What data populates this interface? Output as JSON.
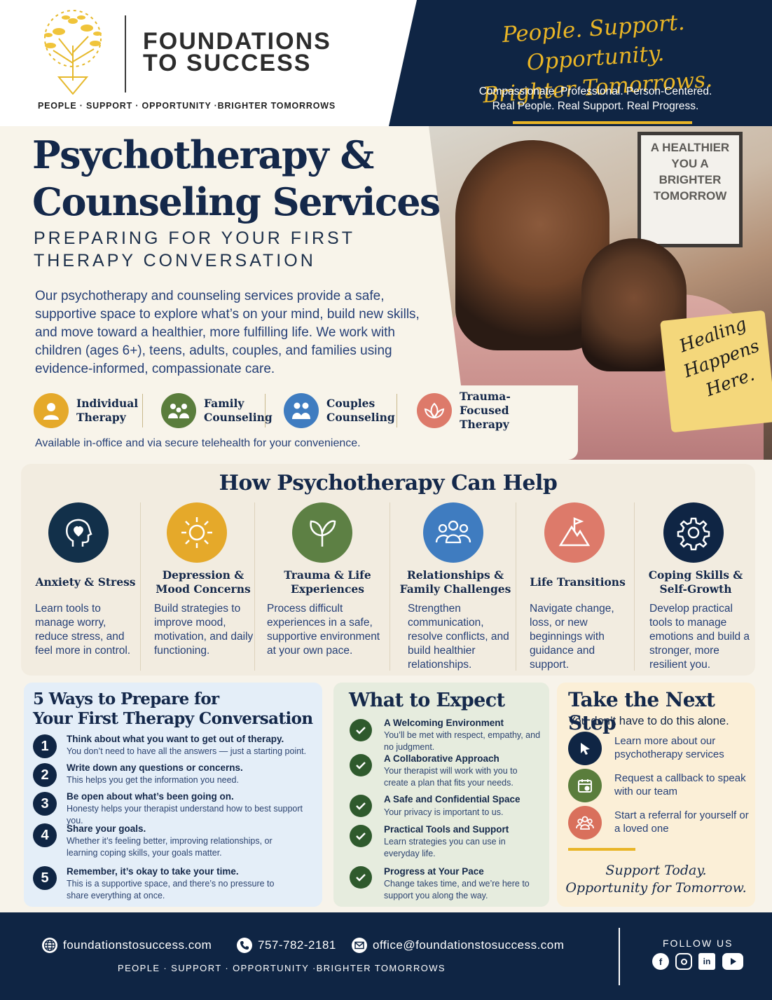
{
  "header": {
    "brand_name": "FOUNDATIONS TO SUCCESS",
    "brand_tagline": "PEOPLE · SUPPORT · OPPORTUNITY ·BRIGHTER TOMORROWS",
    "banner_script_line1": "People. Support. Opportunity.",
    "banner_script_line2": "Brighter Tomorrows.",
    "banner_sub_line1": "Compassionate. Professional. Person-Centered.",
    "banner_sub_line2": "Real People. Real Support. Real Progress."
  },
  "hero": {
    "title_line1": "Psychotherapy &",
    "title_line2": "Counseling Services",
    "subtitle_line1": "PREPARING FOR YOUR FIRST",
    "subtitle_line2": "THERAPY CONVERSATION",
    "body": "Our psychotherapy and counseling services provide a safe, supportive space to explore what’s on your mind, build new skills, and move toward a healthier, more fulfilling life. We work with children (ages 6+), teens, adults, couples, and families using evidence-informed, compassionate care.",
    "services": [
      {
        "label": "Individual Therapy",
        "icon": "person-icon",
        "color": "#e5a92a"
      },
      {
        "label": "Family Counseling",
        "icon": "family-icon",
        "color": "#5a7d3c"
      },
      {
        "label": "Couples Counseling",
        "icon": "couple-icon",
        "color": "#3f7cc0"
      },
      {
        "label": "Trauma-Focused Therapy",
        "icon": "lotus-icon",
        "color": "#dd7a6a"
      }
    ],
    "footnote": "Available in-office and via secure telehealth for your convenience.",
    "photo_sign": "A HEALTHIER YOU A BRIGHTER TOMORROW",
    "healing_tag": "Healing Happens Here."
  },
  "help": {
    "title": "How Psychotherapy Can Help",
    "items": [
      {
        "heading": "Anxiety & Stress",
        "body": "Learn tools to manage worry, reduce stress, and feel more in control.",
        "icon": "head-heart-icon",
        "color": "#12304a"
      },
      {
        "heading": "Depression & Mood Concerns",
        "body": "Build strategies to improve mood, motivation, and daily functioning.",
        "icon": "sun-icon",
        "color": "#e5a92a"
      },
      {
        "heading": "Trauma & Life Experiences",
        "body": "Process difficult experiences in a safe, supportive environment at your own pace.",
        "icon": "leaf-icon",
        "color": "#5d8044"
      },
      {
        "heading": "Relationships & Family Challenges",
        "body": "Strengthen communication, resolve conflicts, and build healthier relationships.",
        "icon": "group-icon",
        "color": "#3f7cc0"
      },
      {
        "heading": "Life Transitions",
        "body": "Navigate change, loss, or new beginnings with guidance and support.",
        "icon": "mountain-flag-icon",
        "color": "#dd7a6a"
      },
      {
        "heading": "Coping Skills & Self-Growth",
        "body": "Develop practical tools to manage emotions and build a stronger, more resilient you.",
        "icon": "gear-icon",
        "color": "#0f2544"
      }
    ]
  },
  "prepare": {
    "title_line1": "5 Ways to Prepare for",
    "title_line2": "Your First Therapy Conversation",
    "steps": [
      {
        "num": "1",
        "head": "Think about what you want to get out of therapy.",
        "body": "You don’t need to have all the answers — just a starting point."
      },
      {
        "num": "2",
        "head": "Write down any questions or concerns.",
        "body": "This helps you get the information you need."
      },
      {
        "num": "3",
        "head": "Be open about what’s been going on.",
        "body": "Honesty helps your therapist understand how to best support you."
      },
      {
        "num": "4",
        "head": "Share your goals.",
        "body": "Whether it’s feeling better, improving relationships, or learning coping skills, your goals matter."
      },
      {
        "num": "5",
        "head": "Remember, it’s okay to take your time.",
        "body": "This is a supportive space, and there’s no pressure to share everything at once."
      }
    ]
  },
  "expect": {
    "title": "What to Expect",
    "items": [
      {
        "head": "A Welcoming Environment",
        "body": "You’ll be met with respect, empathy, and no judgment."
      },
      {
        "head": "A Collaborative Approach",
        "body": "Your therapist will work with you to create a plan that fits your needs."
      },
      {
        "head": "A Safe and Confidential Space",
        "body": "Your privacy is important to us."
      },
      {
        "head": "Practical Tools and Support",
        "body": "Learn strategies you can use in everyday life."
      },
      {
        "head": "Progress at Your Pace",
        "body": "Change takes time, and we’re here to support you along the way."
      }
    ]
  },
  "next_step": {
    "title": "Take the Next Step",
    "subtitle": "You don’t have to do this alone.",
    "actions": [
      {
        "text": "Learn more about our psychotherapy services",
        "icon": "cursor-icon",
        "color": "#0f2544"
      },
      {
        "text": "Request a callback to speak with our team",
        "icon": "calendar-phone-icon",
        "color": "#5a7d3c"
      },
      {
        "text": "Start a referral for yourself or a loved one",
        "icon": "people-icon",
        "color": "#d9705c"
      }
    ],
    "closing_line1": "Support Today.",
    "closing_line2": "Opportunity for Tomorrow."
  },
  "footer": {
    "website": "foundationstosuccess.com",
    "phone": "757-782-2181",
    "email": "office@foundationstosuccess.com",
    "tagline": "PEOPLE · SUPPORT · OPPORTUNITY ·BRIGHTER TOMORROWS",
    "follow_label": "FOLLOW US",
    "social": [
      "facebook-icon",
      "instagram-icon",
      "linkedin-icon",
      "youtube-icon"
    ]
  },
  "colors": {
    "navy": "#0f2544",
    "gold": "#e9b526",
    "cream": "#f8f4ea"
  }
}
